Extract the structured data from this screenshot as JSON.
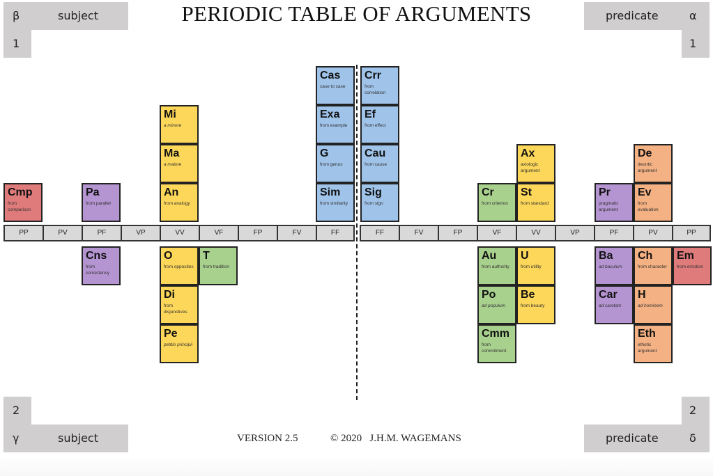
{
  "title": "PERIODIC TABLE OF ARGUMENTS",
  "corners": {
    "top_left": {
      "greek": "β",
      "label": "subject",
      "number": "1"
    },
    "top_right": {
      "greek": "α",
      "label": "predicate",
      "number": "1"
    },
    "bottom_left": {
      "greek": "γ",
      "label": "subject",
      "number": "2"
    },
    "bottom_right": {
      "greek": "δ",
      "label": "predicate",
      "number": "2"
    }
  },
  "axis": {
    "left": [
      "PP",
      "PV",
      "PF",
      "VP",
      "VV",
      "VF",
      "FP",
      "FV",
      "FF"
    ],
    "right": [
      "FF",
      "FV",
      "FP",
      "VF",
      "VV",
      "VP",
      "PF",
      "PV",
      "PP"
    ]
  },
  "colors": {
    "red": "#e07b7b",
    "purple": "#b494d1",
    "yellow": "#fdd759",
    "blue": "#9fc3e9",
    "green": "#a9d18e",
    "orange": "#f4b183",
    "axis_gray": "#d9d9d9",
    "corner_gray": "#d0cece"
  },
  "tiles": [
    {
      "sym": "Cmp",
      "desc": "from comparison",
      "italic": false,
      "color": "red"
    },
    {
      "sym": "Pa",
      "desc": "from parallel",
      "italic": false,
      "color": "purple"
    },
    {
      "sym": "Mi",
      "desc": "a minore",
      "italic": true,
      "color": "yellow"
    },
    {
      "sym": "Ma",
      "desc": "a maiore",
      "italic": true,
      "color": "yellow"
    },
    {
      "sym": "An",
      "desc": "from analogy",
      "italic": false,
      "color": "yellow"
    },
    {
      "sym": "Cas",
      "desc": "case to case",
      "italic": false,
      "color": "blue"
    },
    {
      "sym": "Exa",
      "desc": "from example",
      "italic": false,
      "color": "blue"
    },
    {
      "sym": "G",
      "desc": "from genus",
      "italic": false,
      "color": "blue"
    },
    {
      "sym": "Sim",
      "desc": "from similarity",
      "italic": false,
      "color": "blue"
    },
    {
      "sym": "Crr",
      "desc": "from correlation",
      "italic": false,
      "color": "blue"
    },
    {
      "sym": "Ef",
      "desc": "from effect",
      "italic": false,
      "color": "blue"
    },
    {
      "sym": "Cau",
      "desc": "from cause",
      "italic": false,
      "color": "blue"
    },
    {
      "sym": "Sig",
      "desc": "from sign",
      "italic": false,
      "color": "blue"
    },
    {
      "sym": "Ax",
      "desc": "axiologic argument",
      "italic": false,
      "color": "yellow"
    },
    {
      "sym": "Cr",
      "desc": "from criterion",
      "italic": false,
      "color": "green"
    },
    {
      "sym": "St",
      "desc": "from standard",
      "italic": false,
      "color": "yellow"
    },
    {
      "sym": "De",
      "desc": "deontic argument",
      "italic": false,
      "color": "orange"
    },
    {
      "sym": "Pr",
      "desc": "pragmatic argument",
      "italic": false,
      "color": "purple"
    },
    {
      "sym": "Ev",
      "desc": "from evaluation",
      "italic": false,
      "color": "orange"
    },
    {
      "sym": "Cns",
      "desc": "from consistency",
      "italic": false,
      "color": "purple"
    },
    {
      "sym": "O",
      "desc": "from opposites",
      "italic": false,
      "color": "yellow"
    },
    {
      "sym": "T",
      "desc": "from tradition",
      "italic": false,
      "color": "green"
    },
    {
      "sym": "Di",
      "desc": "from disjunctives",
      "italic": false,
      "color": "yellow"
    },
    {
      "sym": "Pe",
      "desc": "petitio principii",
      "italic": true,
      "color": "yellow"
    },
    {
      "sym": "Au",
      "desc": "from authority",
      "italic": false,
      "color": "green"
    },
    {
      "sym": "U",
      "desc": "from utility",
      "italic": false,
      "color": "yellow"
    },
    {
      "sym": "Po",
      "desc": "ad populum",
      "italic": true,
      "color": "green"
    },
    {
      "sym": "Be",
      "desc": "from beauty",
      "italic": false,
      "color": "yellow"
    },
    {
      "sym": "Cmm",
      "desc": "from commitment",
      "italic": false,
      "color": "green"
    },
    {
      "sym": "Ba",
      "desc": "ad baculum",
      "italic": true,
      "color": "purple"
    },
    {
      "sym": "Ch",
      "desc": "from character",
      "italic": false,
      "color": "orange"
    },
    {
      "sym": "Em",
      "desc": "from emotion",
      "italic": false,
      "color": "red"
    },
    {
      "sym": "Car",
      "desc": "ad carotam",
      "italic": true,
      "color": "purple"
    },
    {
      "sym": "H",
      "desc": "ad hominem",
      "italic": true,
      "color": "orange"
    },
    {
      "sym": "Eth",
      "desc": "ethotic argument",
      "italic": false,
      "color": "orange"
    }
  ],
  "footer": {
    "version": "VERSION 2.5",
    "copyright": "© 2020   J.H.M. WAGEMANS"
  }
}
